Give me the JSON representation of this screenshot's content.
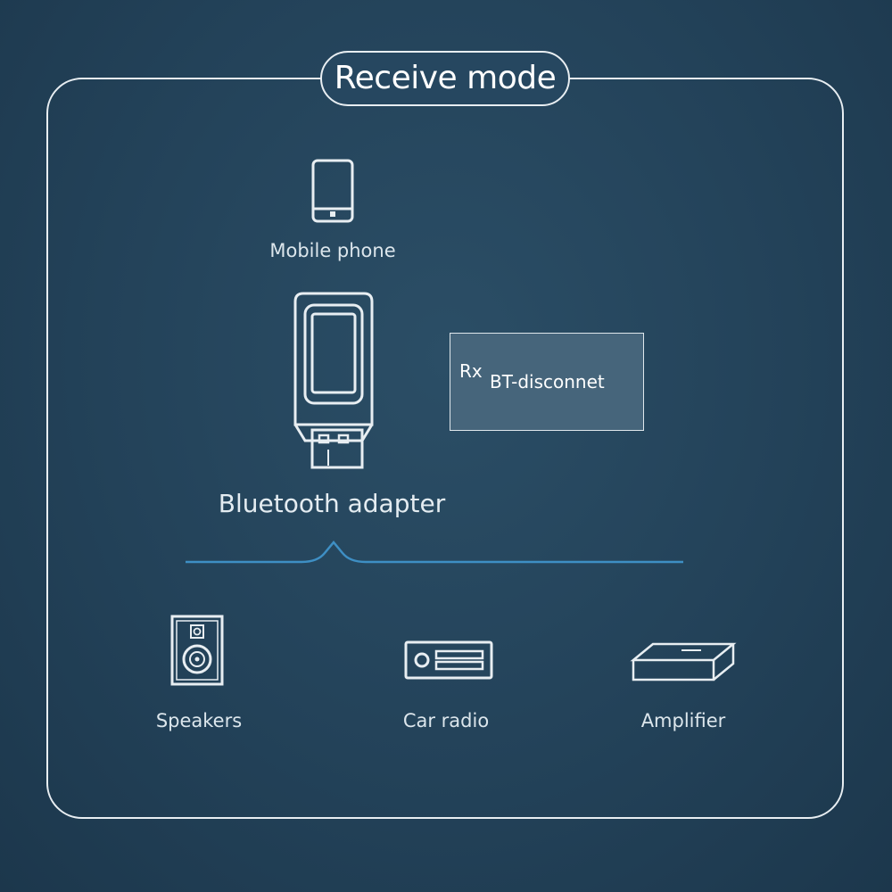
{
  "title": "Receive mode",
  "source": {
    "label": "Mobile phone",
    "icon": "mobile-phone-icon"
  },
  "adapter": {
    "label": "Bluetooth adapter",
    "icon": "usb-bluetooth-adapter-icon",
    "display": {
      "mode": "Rx",
      "status": "BT-disconnet"
    }
  },
  "outputs": [
    {
      "label": "Speakers",
      "icon": "speaker-icon"
    },
    {
      "label": "Car radio",
      "icon": "car-radio-icon"
    },
    {
      "label": "Amplifier",
      "icon": "amplifier-icon"
    }
  ],
  "colors": {
    "background": "#234259",
    "line": "#e8eef2",
    "accent": "#3e8fc4",
    "display_bg": "#46657b"
  }
}
